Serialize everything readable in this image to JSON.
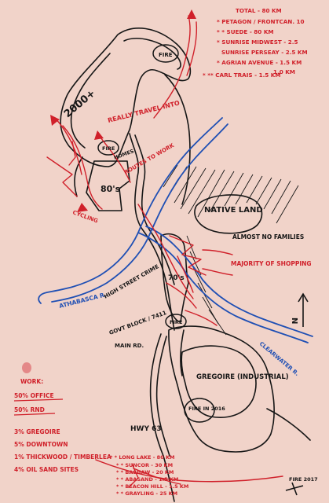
{
  "colors": {
    "paper": "#f1d3c9",
    "ink_black": "#161616",
    "ink_red": "#d0202a",
    "ink_blue": "#1f4fb4"
  },
  "top_right_list": {
    "items": [
      "TOTAL - 80 KM",
      "* PETAGON / FRONTCAN. 10",
      "* * SUEDE - 80 KM",
      "* SUNRISE MIDWEST - 2.5",
      "SUNRISE PERSEAY - 2.5 KM",
      "* AGRIAN AVENUE - 1.5 KM",
      "* ** CARL TRAIS - 1.5 KM",
      "1.0 KM"
    ]
  },
  "labels": {
    "fire_top": "FIRE",
    "year_2000": "2000+",
    "really_travel": "REALLY TRAVEL INTO",
    "fire_mid": "FIRE",
    "homes": "HOMES",
    "routes_to_work": "ROUTES TO WORK",
    "eighties": "80's",
    "cycling": "CYCLING",
    "native_land": "NATIVE LAND",
    "almost_no_families": "ALMOST NO FAMILIES",
    "majority_shopping": "MAJORITY OF SHOPPING",
    "seventies": "70's",
    "athabasca": "ATHABASCA R.",
    "high_street": "HIGH STREET CRIME",
    "govt_block": "GOVT BLOCK / 7411",
    "main_rd": "MAIN RD.",
    "fire_low": "FIRE",
    "clearwater": "CLEARWATER R.",
    "north": "N",
    "gregoire": "GREGOIRE (INDUSTRIAL)",
    "fire_2016": "FIRE IN 2016",
    "hwy": "HWY 63",
    "fire_2017": "FIRE 2017"
  },
  "work_note": {
    "lines": [
      "WORK:",
      "50% OFFICE",
      "50% RND",
      "3% GREGOIRE",
      "5% DOWNTOWN",
      "1% THICKWOOD / TIMBERLEA",
      "4% OIL SAND SITES"
    ]
  },
  "bottom_list": {
    "lines": [
      "* * LONG LAKE - 80 KM",
      "* * SUNCOR - 30 KM",
      "* * BASHAW - 20 KM",
      "* * ABASAND - 1.5 KM",
      "* * BEACON HILL - 1.5 KM",
      "* * GRAYLING - 25 KM"
    ]
  }
}
